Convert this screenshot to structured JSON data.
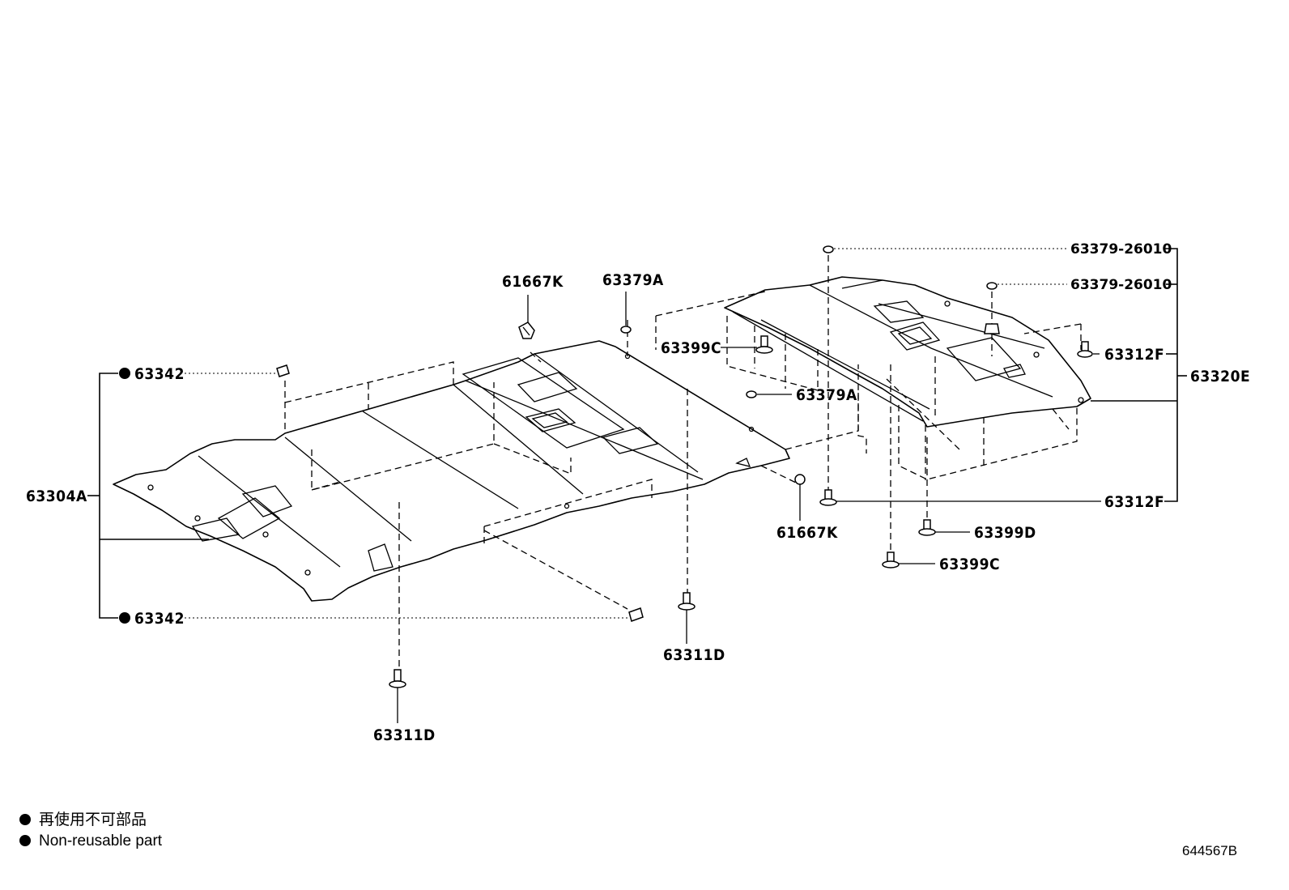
{
  "labels": {
    "p61667K_top": "61667K",
    "p63379A_top": "63379A",
    "p63342_top": "63342",
    "p63342_bottom": "63342",
    "p63304A": "63304A",
    "p63311D_left": "63311D",
    "p63311D_mid": "63311D",
    "p63399C_top": "63399C",
    "p63379A_mid": "63379A",
    "p61667K_mid": "61667K",
    "p63379_26010_a": "63379-26010",
    "p63379_26010_b": "63379-26010",
    "p63312F_top": "63312F",
    "p63320E": "63320E",
    "p63312F_bottom": "63312F",
    "p63399D": "63399D",
    "p63399C_bottom": "63399C"
  },
  "legend": {
    "japanese": "再使用不可部品",
    "english": "Non-reusable part"
  },
  "figure_number": "644567B"
}
